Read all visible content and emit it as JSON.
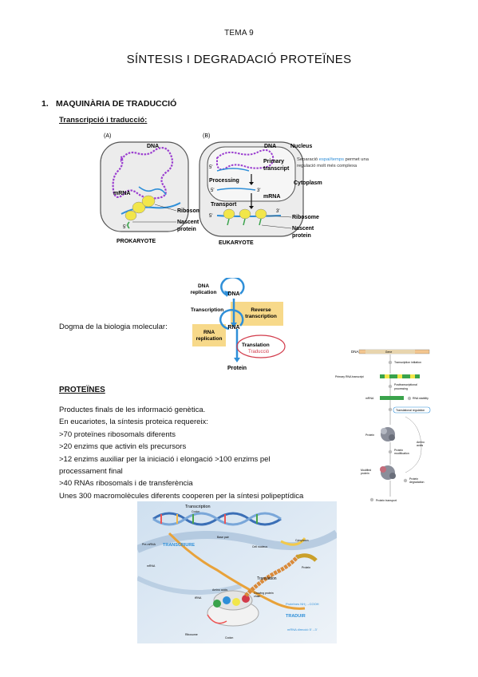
{
  "header": {
    "tema": "TEMA 9",
    "title": "SÍNTESIS I DEGRADACIÓ PROTEÏNES"
  },
  "section1": {
    "number": "1.",
    "heading": "MAQUINÀRIA DE TRADUCCIÓ",
    "subheading": "Transcripció i traducció:"
  },
  "fig_cell": {
    "panel_a": "(A)",
    "panel_b": "(B)",
    "dna": "DNA",
    "mrna": "mRNA",
    "ribosome": "Ribosome",
    "nascent": "Nascent",
    "protein": "protein",
    "five_prime": "5'",
    "three_prime": "3'",
    "prokaryote": "PROKARYOTE",
    "eukaryote": "EUKARYOTE",
    "nucleus": "Nucleus",
    "primary": "Primary",
    "transcript": "transcript",
    "processing": "Processing",
    "transport": "Transport",
    "cytoplasm": "Cytoplasm",
    "note_line1_pre": "Separació ",
    "note_line1_colored": "espai/temps",
    "note_line1_post": " permet una",
    "note_line2": "regulació molt més complexa"
  },
  "dogma": {
    "label": "Dogma de la biologia molecular:",
    "dna_replication_1": "DNA",
    "dna_replication_2": "replication",
    "dna": "DNA",
    "transcription": "Transcription",
    "reverse_1": "Reverse",
    "reverse_2": "transcription",
    "rna_replication_1": "RNA",
    "rna_replication_2": "replication",
    "rna": "RNA",
    "translation": "Translation",
    "traduccio": "Traducció",
    "protein": "Protein"
  },
  "fig_regulation": {
    "dna": "DNA",
    "gene": "Gene",
    "transcription_initiation": "Transcription initiation",
    "primary_rna": "Primary RNA transcript",
    "post_1": "Posttranscriptional",
    "post_2": "processing",
    "mrna": "mRNA",
    "rna_stability": "RNA stability",
    "translational": "Translational regulation",
    "protein": "Protein",
    "amino_1": "Amino",
    "amino_2": "acids",
    "modification_1": "Protein",
    "modification_2": "modification",
    "modified_1": "Modified",
    "modified_2": "protein",
    "degradation_1": "Protein",
    "degradation_2": "degradation",
    "transport": "Protein transport"
  },
  "proteins": {
    "heading": "PROTEÏNES",
    "lines": [
      "Productes finals de les informació genètica.",
      "En eucariotes, la síntesis proteica requereix:",
      ">70 proteïnes ribosomals diferents",
      ">20 enzims que activin els precursors",
      ">12 enzims auxiliar per la iniciació i elongació >100 enzims pel",
      "processament final",
      ">40 RNAs ribosomals i de transferència",
      "Unes 300 macromolècules diferents cooperen per la síntesi polipeptídica"
    ]
  },
  "fig_synthesis": {
    "transcription": "Transcription",
    "codon": "Codon",
    "base_pair": "Base pair",
    "pre_mrna": "Pre-mRNA",
    "transcriure": "TRANSCRIURE",
    "mrna": "mRNA",
    "cell_nucleus": "Cell nucleus",
    "cytoplasm": "Cytoplasm",
    "translation": "Translation",
    "protein": "Protein",
    "trna": "tRNA",
    "amino_acids": "Amino acids",
    "growing_1": "Growing protein",
    "growing_2": "chain",
    "direccio_prot": "Proteïnes NH₂→COOH",
    "traduir": "TRADUIR",
    "direccio_mrna": "mRNA direcció 5'→3'",
    "ribosome": "Ribosome",
    "codon2": "Codon"
  },
  "colors": {
    "accent_blue": "#2f8fd8",
    "yellow": "#f2e64a",
    "purple": "#9b3fd0",
    "reverse_box": "#f7d98a",
    "rna_box": "#f7d98a",
    "green": "#3aa34b",
    "red_ellipse": "#d23a4a"
  }
}
